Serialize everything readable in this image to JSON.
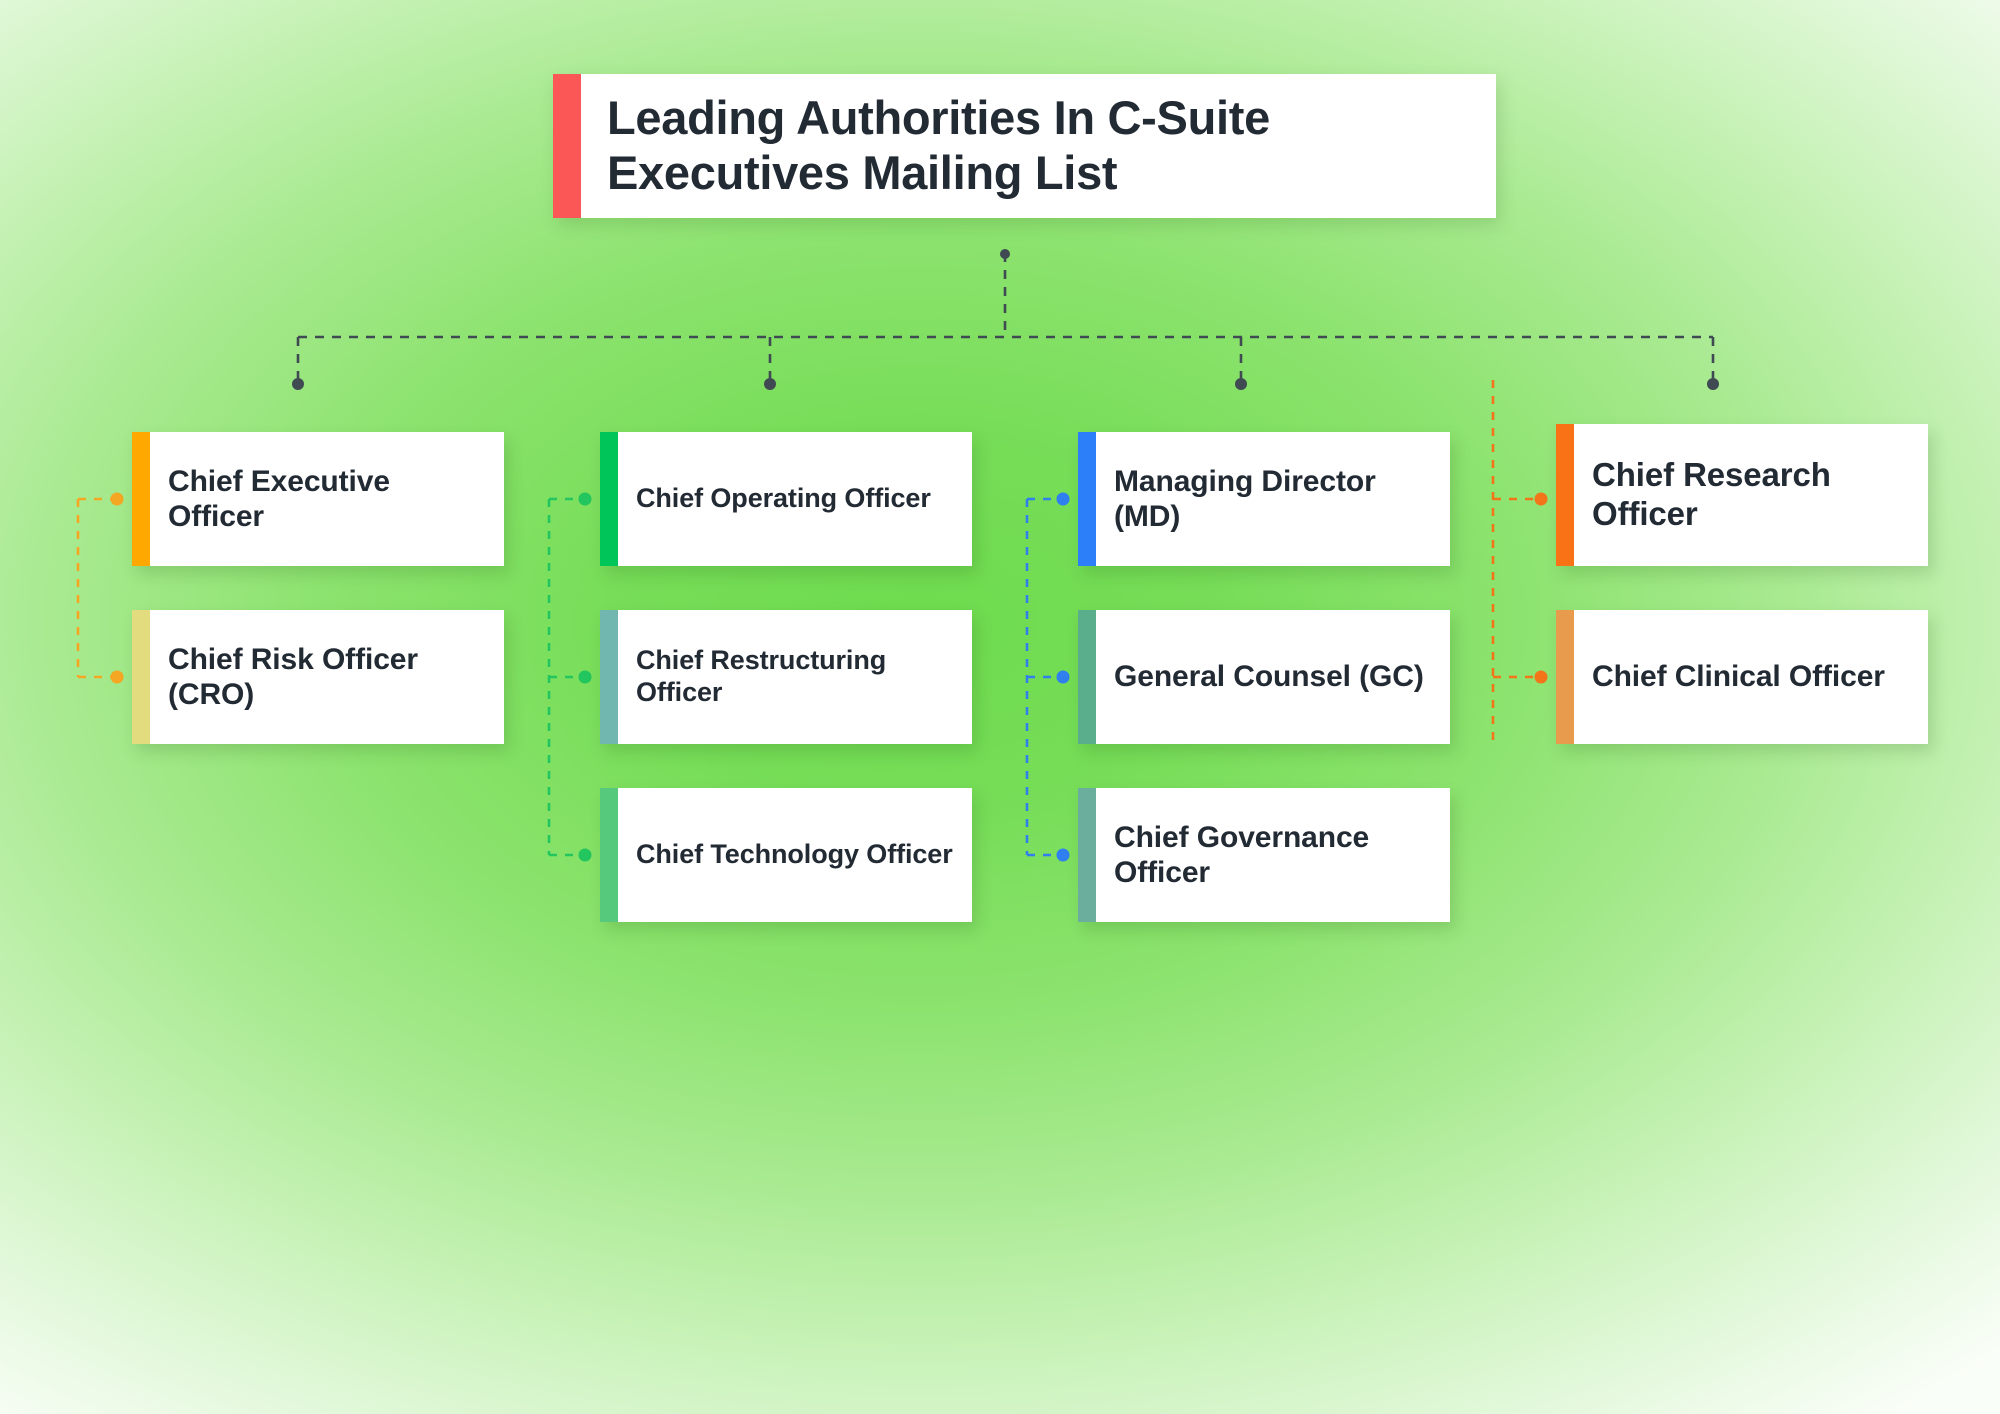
{
  "title": {
    "line1": "Leading Authorities In C-Suite",
    "line2": "Executives Mailing List",
    "accent_color": "#FB5757"
  },
  "background": {
    "type": "radial-gradient",
    "center_color": "#6EDB4E",
    "edge_color": "#FAFEF8"
  },
  "branches": [
    {
      "id": "branch-1",
      "connector_color": "#F5A623",
      "nodes": [
        {
          "label": "Chief Executive Officer",
          "accent_color": "#FFA800"
        },
        {
          "label": "Chief Risk Officer (CRO)",
          "accent_color": "#E2DC7E"
        }
      ]
    },
    {
      "id": "branch-2",
      "connector_color": "#22C55E",
      "nodes": [
        {
          "label": "Chief Operating Officer",
          "accent_color": "#00C65A"
        },
        {
          "label": "Chief Restructuring Officer",
          "accent_color": "#72B6B0"
        },
        {
          "label": "Chief Technology Officer",
          "accent_color": "#57C97C"
        }
      ]
    },
    {
      "id": "branch-3",
      "connector_color": "#2F7FEE",
      "nodes": [
        {
          "label": "Managing Director (MD)",
          "accent_color": "#2D7FF9"
        },
        {
          "label": "General Counsel (GC)",
          "accent_color": "#5BAE8C"
        },
        {
          "label": "Chief Governance Officer",
          "accent_color": "#6BAE9E"
        }
      ]
    },
    {
      "id": "branch-4",
      "connector_color": "#F2751A",
      "nodes": [
        {
          "label": "Chief Research Officer",
          "accent_color": "#F97316"
        },
        {
          "label": "Chief Clinical Officer",
          "accent_color": "#E89B4D"
        }
      ]
    }
  ],
  "trunk": {
    "color": "#3F4A52",
    "style": "dashed"
  }
}
